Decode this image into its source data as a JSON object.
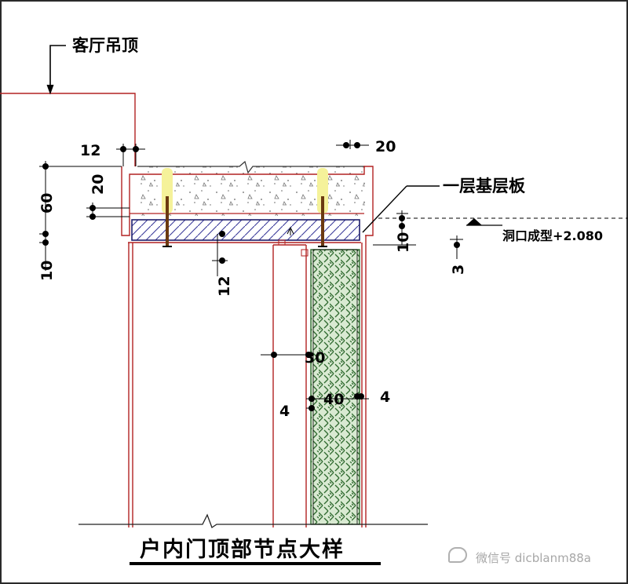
{
  "labels": {
    "ceiling": "客厅吊顶",
    "base_board": "一层基层板",
    "opening": "洞口成型+2.080"
  },
  "dimensions": {
    "d12_top": "12",
    "d20_right": "20",
    "d20_left": "20",
    "d60": "60",
    "d10_left": "10",
    "d12_lower": "12",
    "d10_right": "10",
    "d3": "3",
    "d30": "30",
    "d40": "40",
    "d4_left": "4",
    "d4_right": "4"
  },
  "title": "户内门顶部节点大样",
  "watermark": "微信号 dicblanm88a"
}
